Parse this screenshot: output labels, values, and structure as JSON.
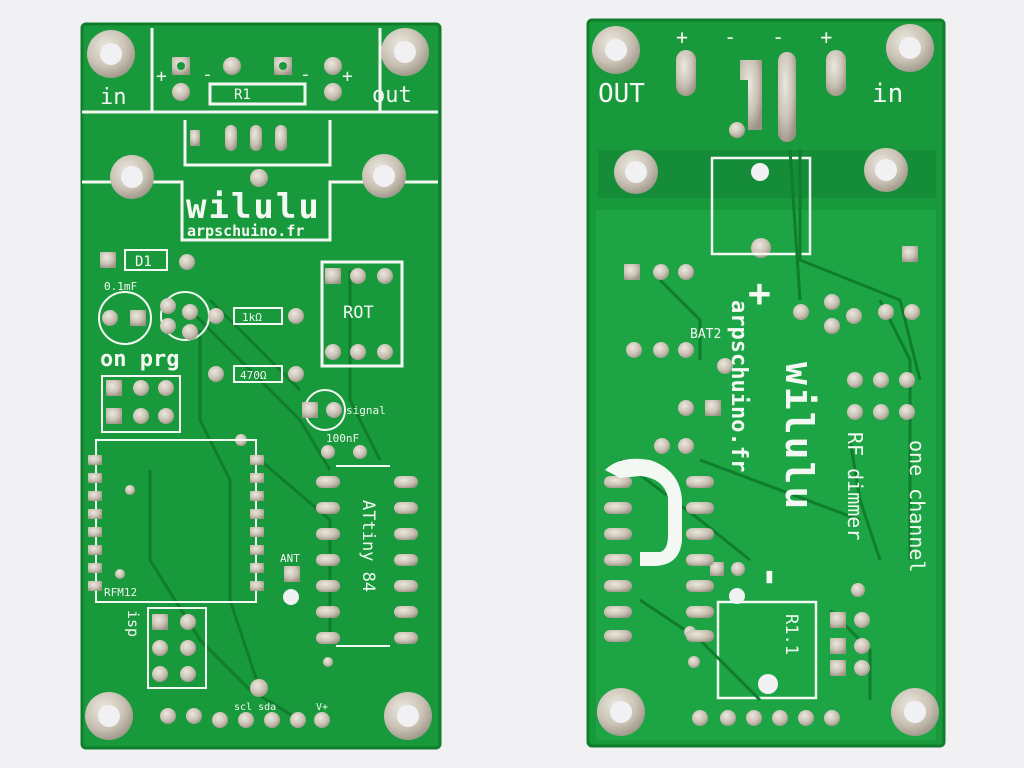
{
  "colors": {
    "background": "#f1f1f3",
    "pcb_green": "#189a3c",
    "pcb_dark_green": "#0f7d2c",
    "silkscreen": "#f4f8f2",
    "copper_pad": "#c9c2b4"
  },
  "front_board": {
    "labels": {
      "in": "in",
      "out": "out",
      "r1": "R1",
      "brand": "wilulu",
      "site": "arpschuino.fr",
      "d1": "D1",
      "cap1": "0.1mF",
      "on_prg": "on prg",
      "res_1k": "1kΩ",
      "res_470": "470Ω",
      "rot": "ROT",
      "signal": "signal",
      "cap2": "100nF",
      "chip": "ATtiny 84",
      "rfm": "RFM12",
      "ant": "ANT",
      "isp": "isp",
      "bottom_pins": "scl sda",
      "vplus": "V+",
      "plus": "+",
      "minus": "-"
    }
  },
  "back_board": {
    "labels": {
      "out": "OUT",
      "in": "in",
      "bat": "BAT2",
      "site": "arpschuino.fr",
      "brand": "wilulu",
      "rf_dimmer": "RF dimmer",
      "one_channel": "one channel",
      "plus": "+",
      "minus": "-",
      "r11": "R1.1",
      "top_pol": "+ - - +"
    }
  }
}
